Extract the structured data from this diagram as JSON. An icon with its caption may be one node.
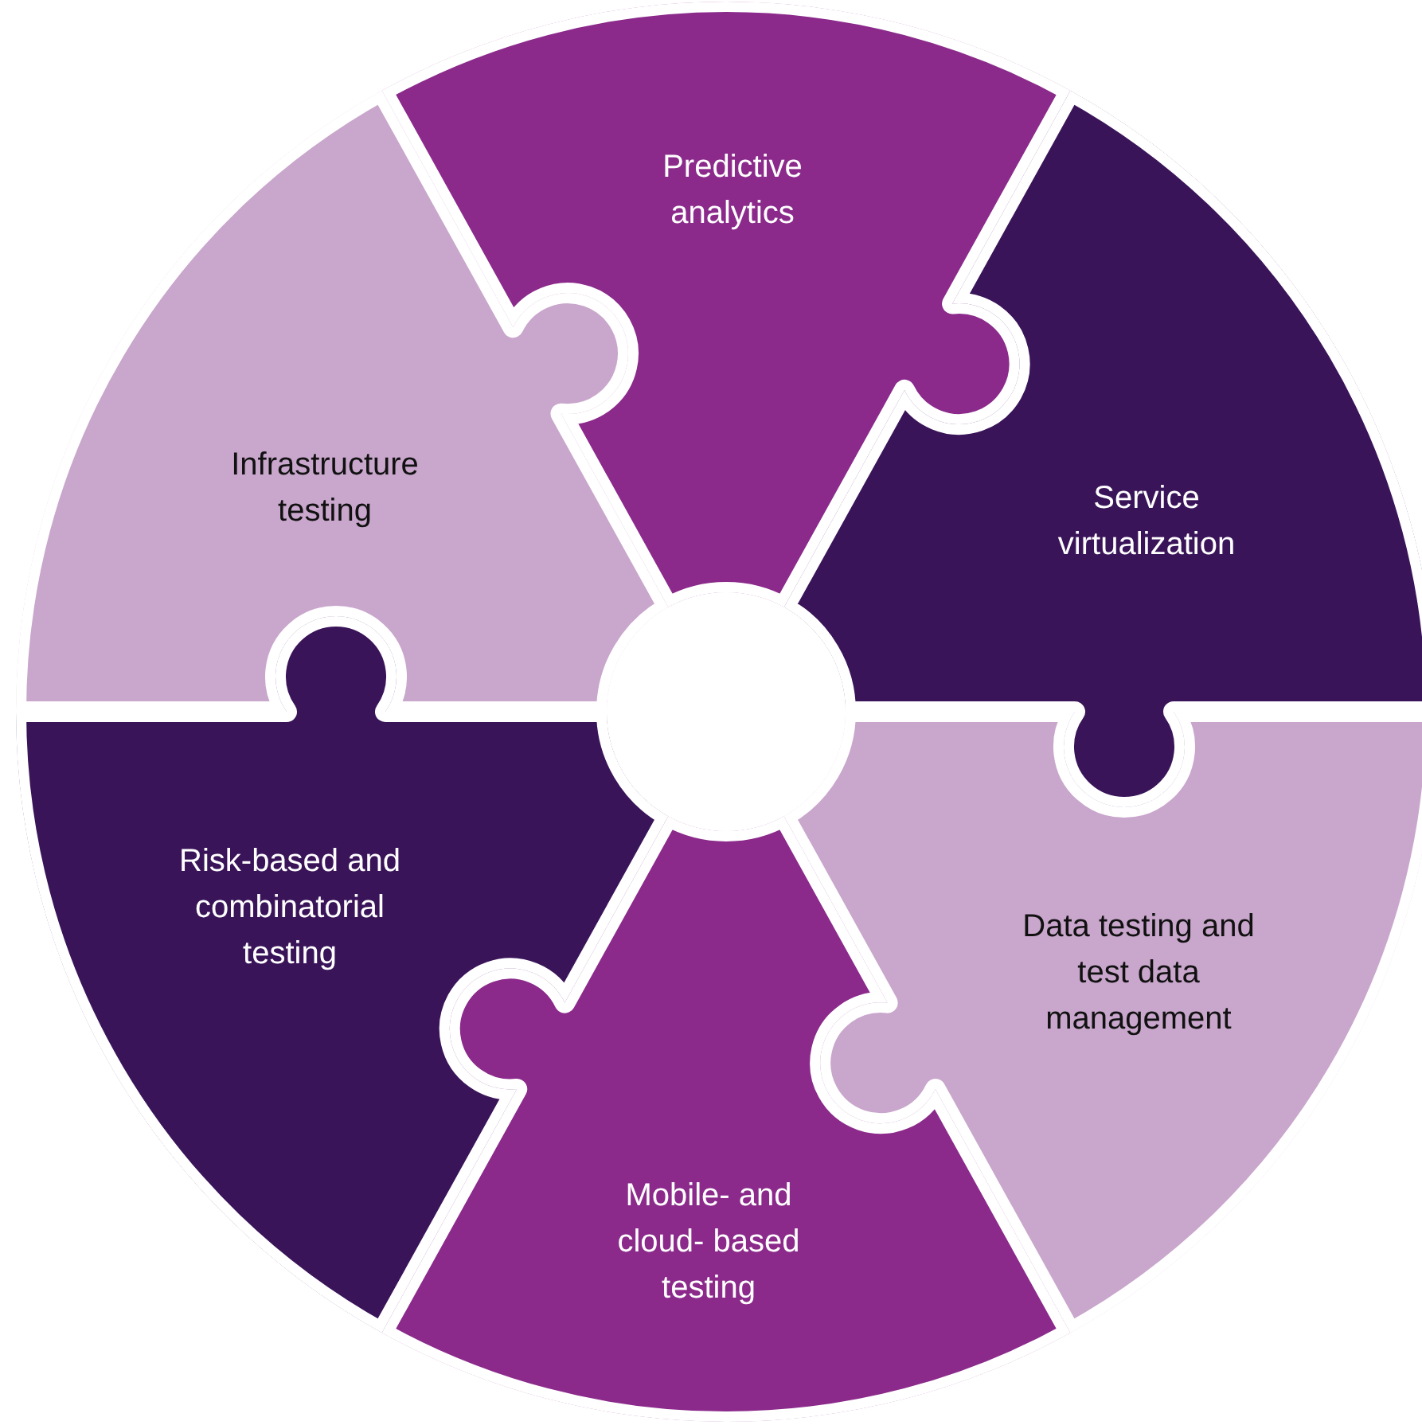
{
  "diagram": {
    "nodes": [
      {
        "text": [
          "Predictive analytics"
        ]
      },
      {
        "text": [
          "Infrastructure testing"
        ]
      },
      {
        "text": [
          "Service virtualization"
        ]
      },
      {
        "text": [
          "Risk-based and combinatorial testing"
        ]
      },
      {
        "text": [
          "Data testing and test data management"
        ]
      },
      {
        "text": [
          "Mobile- and cloud- based testing"
        ]
      }
    ]
  }
}
